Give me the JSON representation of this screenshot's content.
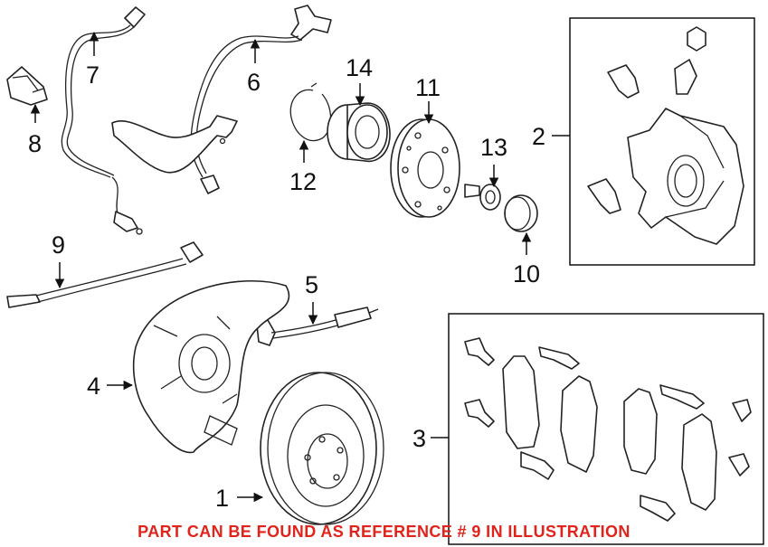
{
  "callouts": {
    "c1": "1",
    "c2": "2",
    "c3": "3",
    "c4": "4",
    "c5": "5",
    "c6": "6",
    "c7": "7",
    "c8": "8",
    "c9": "9",
    "c10": "10",
    "c11": "11",
    "c12": "12",
    "c13": "13",
    "c14": "14"
  },
  "note": {
    "text": "PART CAN BE FOUND AS REFERENCE # 9 IN ILLUSTRATION",
    "color": "#e0231b"
  }
}
